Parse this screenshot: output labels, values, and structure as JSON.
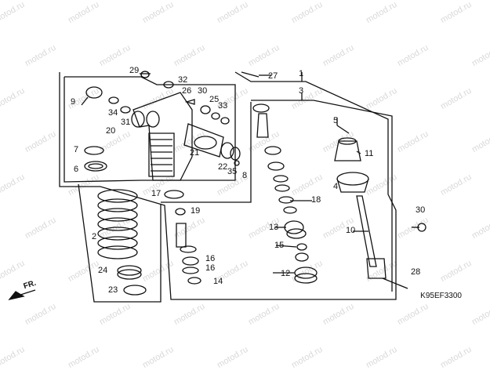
{
  "watermark": "motod.ru",
  "diagram_code": "K95EF3300",
  "direction_label": "FR.",
  "part_numbers": [
    "1",
    "2",
    "3",
    "4",
    "5",
    "6",
    "7",
    "8",
    "9",
    "10",
    "11",
    "12",
    "13",
    "14",
    "15",
    "16",
    "16",
    "17",
    "18",
    "19",
    "20",
    "21",
    "22",
    "23",
    "24",
    "25",
    "26",
    "27",
    "28",
    "29",
    "30",
    "30",
    "31",
    "32",
    "33",
    "34",
    "35"
  ]
}
